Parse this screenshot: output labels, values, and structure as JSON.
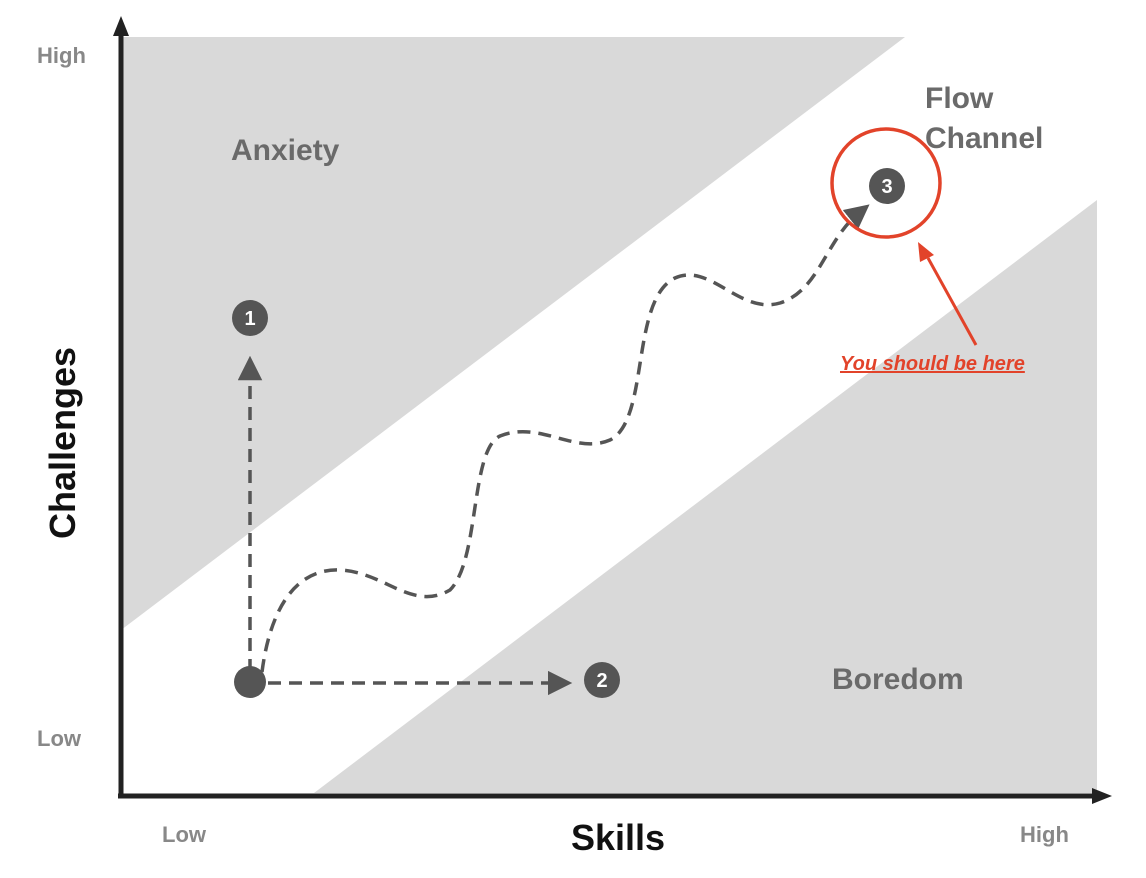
{
  "axes": {
    "y_title": "Challenges",
    "x_title": "Skills",
    "y_high": "High",
    "y_low": "Low",
    "x_low": "Low",
    "x_high": "High"
  },
  "zones": {
    "anxiety": "Anxiety",
    "flow_line1": "Flow",
    "flow_line2": "Channel",
    "boredom": "Boredom"
  },
  "markers": {
    "one": "1",
    "two": "2",
    "three": "3"
  },
  "callout": {
    "text": "You should be here"
  },
  "colors": {
    "zone_fill": "#d9d9d9",
    "axis": "#222222",
    "path": "#555555",
    "marker": "#555555",
    "accent": "#e2432a"
  }
}
